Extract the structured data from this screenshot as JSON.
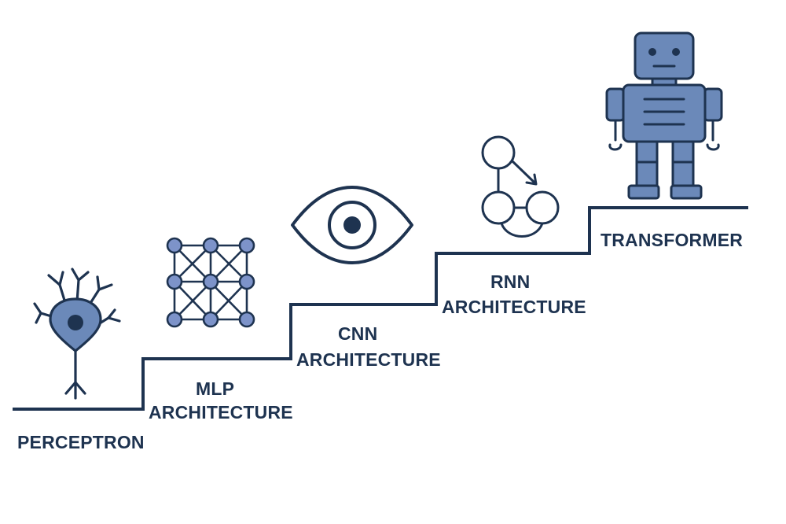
{
  "diagram": {
    "steps": [
      {
        "id": "perceptron",
        "lines": [
          "PERCEPTRON"
        ],
        "icon": "neuron-icon"
      },
      {
        "id": "mlp",
        "lines": [
          "MLP",
          "ARCHITECTURE"
        ],
        "icon": "network-grid-icon"
      },
      {
        "id": "cnn",
        "lines": [
          "CNN",
          "ARCHITECTURE"
        ],
        "icon": "eye-icon"
      },
      {
        "id": "rnn",
        "lines": [
          "RNN",
          "ARCHITECTURE"
        ],
        "icon": "recurrent-loop-icon"
      },
      {
        "id": "transformer",
        "lines": [
          "TRANSFORMER"
        ],
        "icon": "robot-icon"
      }
    ],
    "colors": {
      "stroke": "#1e3350",
      "fill": "#6b89b9",
      "text": "#1e3350"
    }
  }
}
